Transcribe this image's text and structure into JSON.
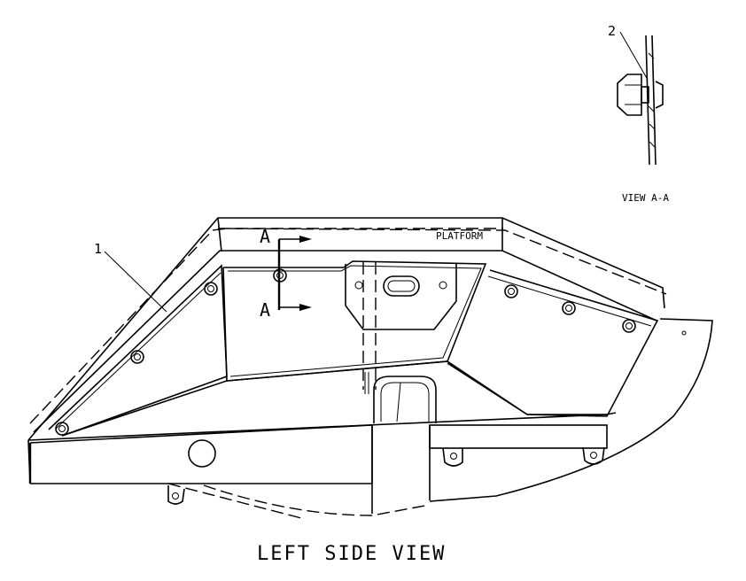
{
  "title": "LEFT SIDE VIEW",
  "section": {
    "title": "VIEW A-A",
    "marker": "A"
  },
  "labels": {
    "platform": "PLATFORM",
    "callout_1": "1",
    "callout_2": "2"
  }
}
